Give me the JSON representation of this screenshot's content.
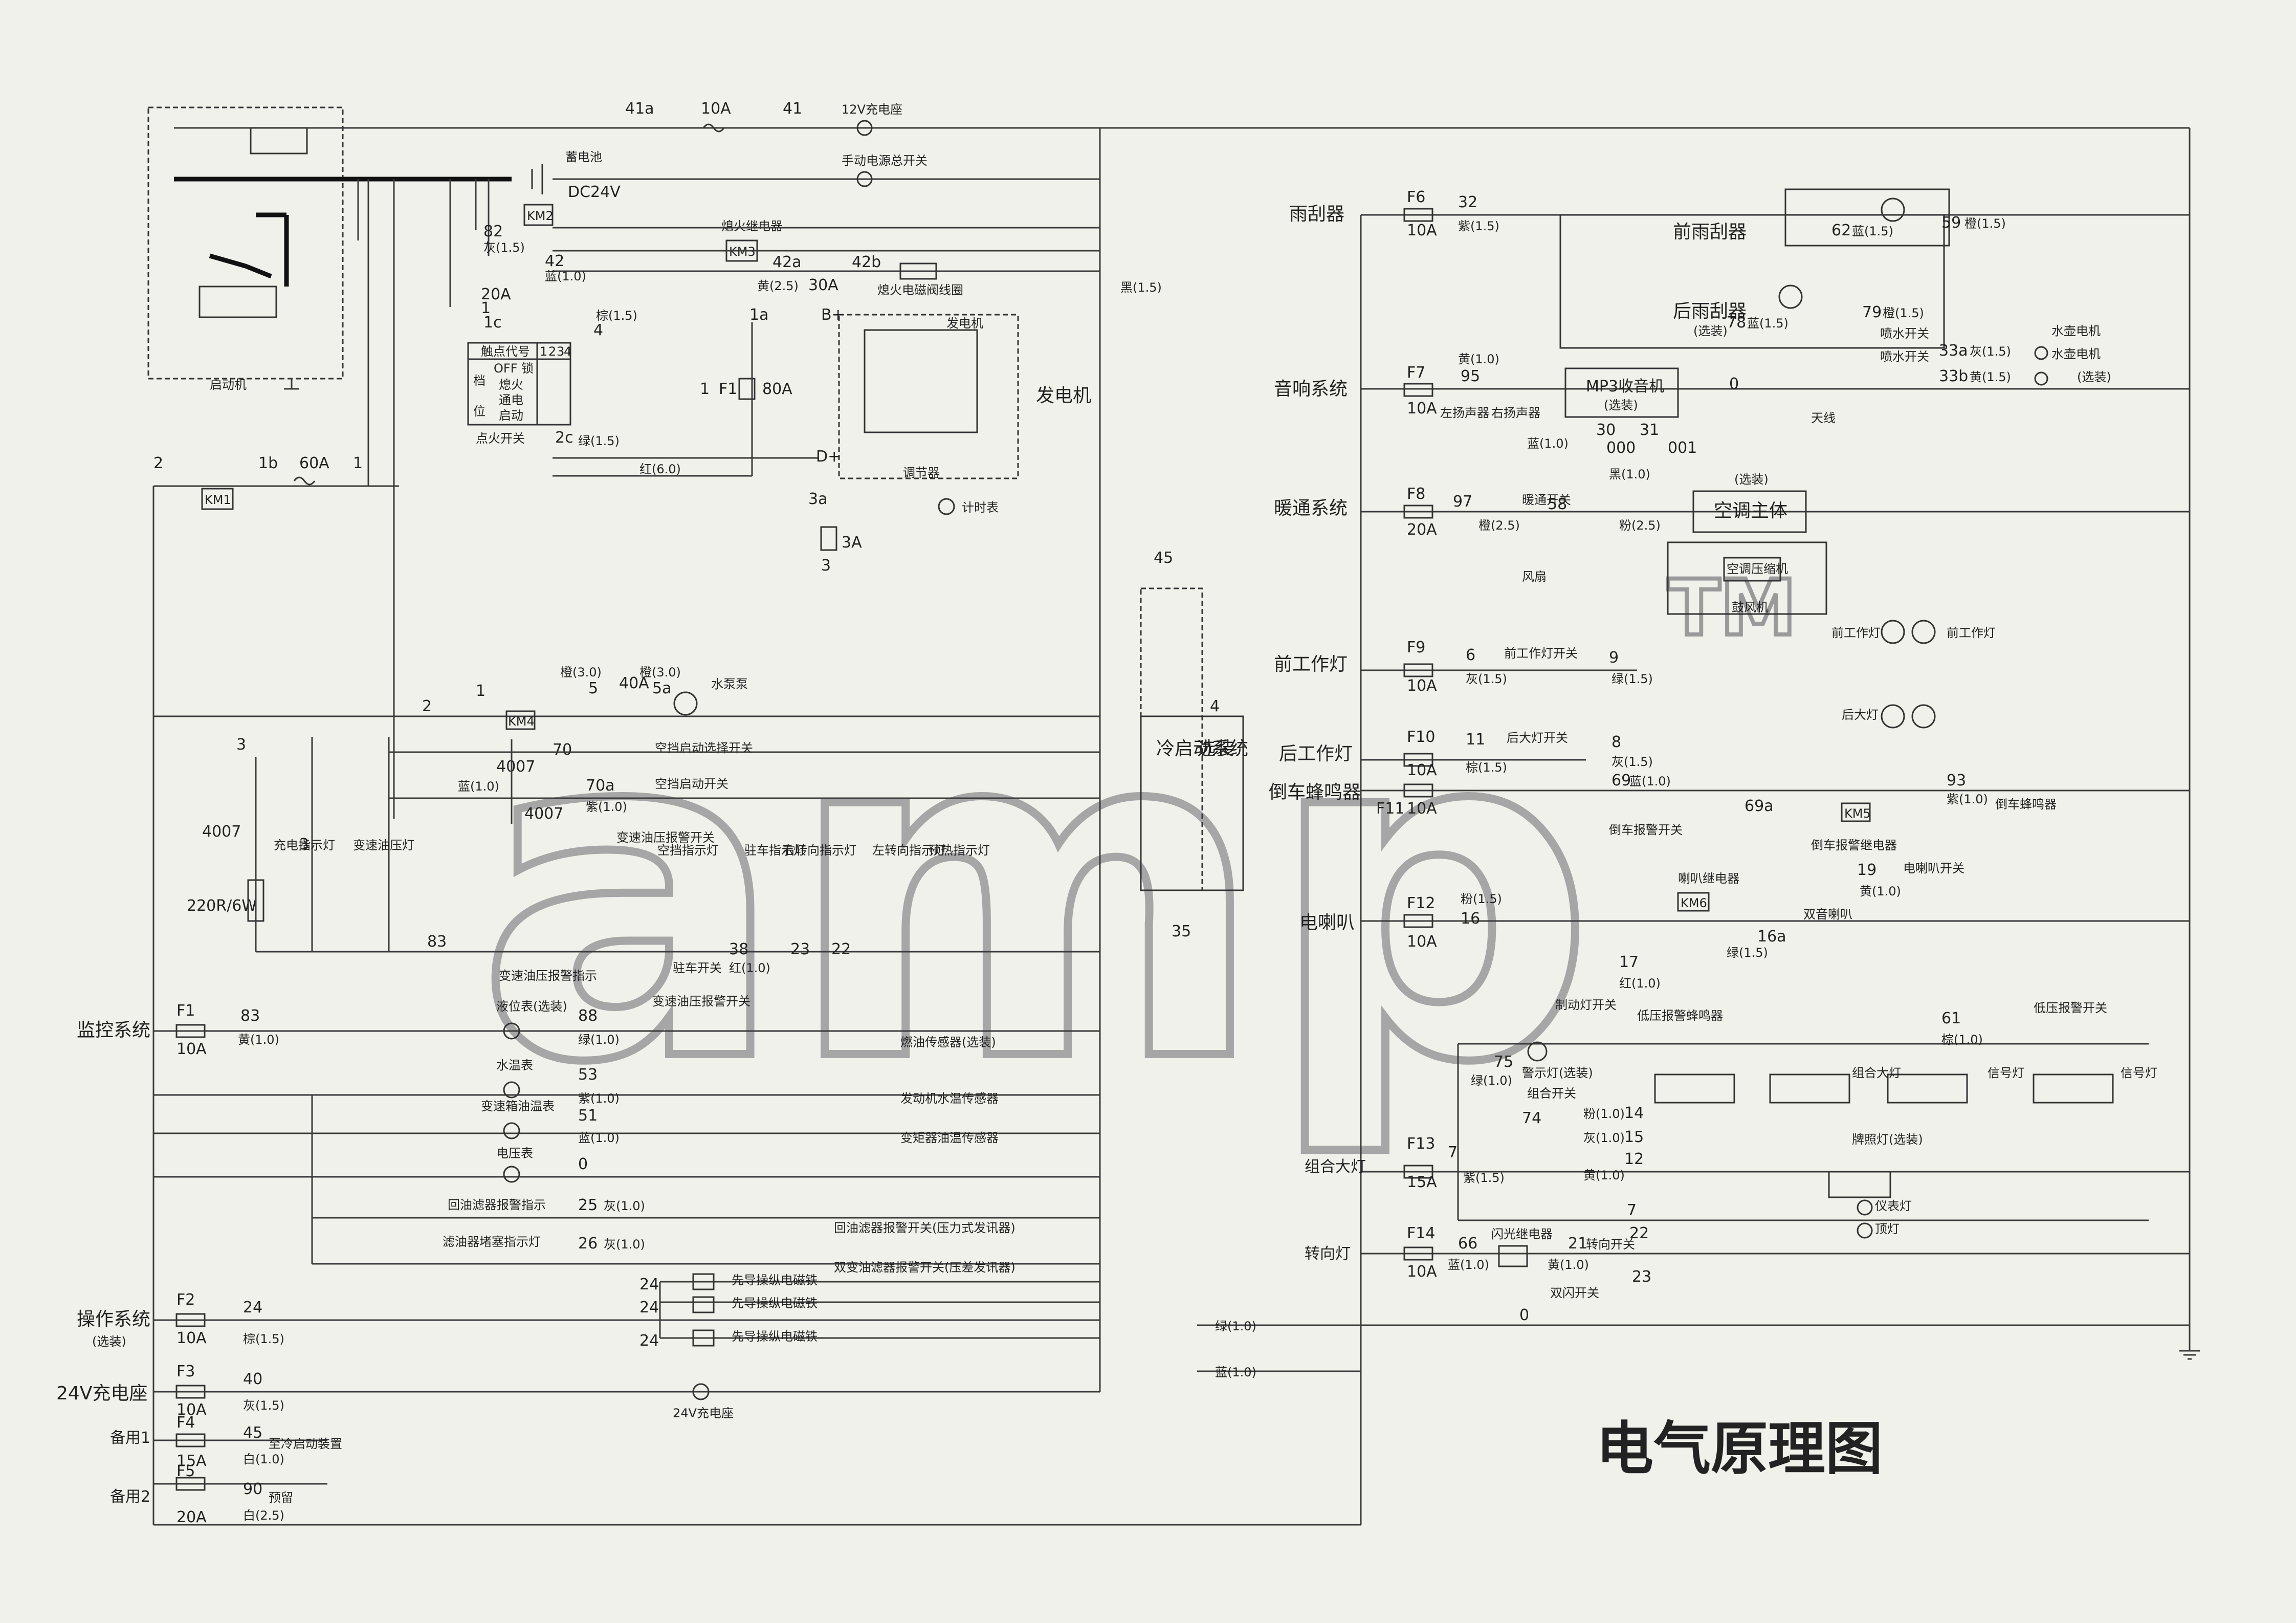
{
  "title": "电气原理图",
  "watermark": {
    "text": "amp",
    "tm": "TM"
  },
  "systems_left": [
    {
      "name": "监控系统",
      "fuse": "F1",
      "rating": "10A"
    },
    {
      "name": "操作系统",
      "sub": "(选装)",
      "fuse": "F2",
      "rating": "10A"
    },
    {
      "name": "24V充电座",
      "fuse": "F3",
      "rating": "10A"
    },
    {
      "name": "备用1",
      "fuse": "F4",
      "rating": "15A"
    },
    {
      "name": "备用2",
      "fuse": "F5",
      "rating": "20A"
    }
  ],
  "systems_right": [
    {
      "name": "雨刮器",
      "fuse": "F6",
      "rating": "10A"
    },
    {
      "name": "音响系统",
      "fuse": "F7",
      "rating": "10A"
    },
    {
      "name": "暖通系统",
      "fuse": "F8",
      "rating": "20A"
    },
    {
      "name": "前工作灯",
      "fuse": "F9",
      "rating": "10A"
    },
    {
      "name": "后工作灯",
      "fuse": "F10",
      "rating": "10A"
    },
    {
      "name": "倒车蜂鸣器",
      "fuse": "F11",
      "rating": "10A"
    },
    {
      "name": "电喇叭",
      "fuse": "F12",
      "rating": "10A"
    },
    {
      "name": "组合大灯",
      "fuse": "F13",
      "rating": "15A"
    },
    {
      "name": "转向灯",
      "fuse": "F14",
      "rating": "10A"
    }
  ],
  "top_labels": {
    "w41a": "41a",
    "f10a": "10A",
    "w41": "41",
    "socket12v": "12V充电座",
    "manual_switch": "手动电源总开关",
    "battery": "蓄电池",
    "dc24v": "DC24V",
    "km2": "KM2",
    "km3": "KM3",
    "flameout_relay": "熄火继电器",
    "w82": "82",
    "gray15": "灰(1.5)",
    "w42a": "42a",
    "w42b": "42b",
    "yellow25": "黄(2.5)",
    "f30a": "30A",
    "flameout_coil": "熄火电磁阀线圈",
    "w42": "42",
    "blue10a": "蓝(1.0)",
    "f20a": "20A",
    "w1": "1",
    "w1c": "1c",
    "black15": "黑(1.5)",
    "brown15": "棕(1.5)",
    "w4": "4",
    "w1a": "1a",
    "bplus": "B+",
    "alternator_box": "发电机",
    "alternator": "发电机",
    "f1": "F1",
    "f80a": "80A",
    "dplus": "D+",
    "regulator": "调节器",
    "hour_meter": "计时表",
    "red60": "红(6.0)",
    "w2c": "2c",
    "green15": "绿(1.5)",
    "ign_switch": "点火开关",
    "w3a": "3a",
    "f3a": "3A",
    "w3": "3",
    "w2": "2",
    "w1b": "1b",
    "f60a": "60A",
    "km1": "KM1",
    "starter": "启动机"
  },
  "ignition_table": {
    "header": [
      "触点代号",
      "1",
      "2",
      "3",
      "4"
    ],
    "side": [
      "档",
      "位"
    ],
    "rows": [
      "OFF 锁",
      "熄火",
      "通电",
      "启动"
    ]
  },
  "middle_labels": {
    "w45": "45",
    "w4b": "4",
    "w35": "35",
    "cold_start": "冷启动系统",
    "optional": "选装",
    "orange30": "橙(3.0)",
    "w5": "5",
    "f40a": "40A",
    "w5a": "5a",
    "pump": "水泵泵",
    "km4": "KM4",
    "w1d": "1",
    "w2b": "2",
    "w70": "70",
    "w70a": "70a",
    "ac_start_select": "空挡启动选择开关",
    "ac_start": "空挡启动开关",
    "blue10b": "蓝(1.0)",
    "purple10a": "紫(1.0)",
    "d4007a": "4007",
    "d4007b": "4007",
    "w3b": "3",
    "w3c": "3",
    "resistor": "220R/6W",
    "charge_lamp": "充电指示灯",
    "trans_pressure_lamp": "变速油压灯",
    "neutral_lamp": "空挡指示灯",
    "park_lamp": "驻车指示灯",
    "right_turn": "右转向指示灯",
    "left_turn": "左转向指示灯",
    "preheat": "预热指示灯",
    "trans_alarm_sw": "变速油压报警开关",
    "park_switch": "驻车开关",
    "w38": "38",
    "red10": "红(1.0)",
    "w23": "23",
    "w22": "22",
    "w83": "83",
    "trans_alarm_lamp": "变速油压报警指示",
    "trans_alarm_sw2": "变速油压报警开关",
    "level_meter": "液位表(选装)",
    "w88": "88",
    "green10": "绿(1.0)",
    "fuel_sensor": "燃油传感器(选装)",
    "water_temp_gauge": "水温表",
    "w53": "53",
    "purple10b": "紫(1.0)",
    "trans_temp_gauge": "变速箱油温表",
    "w51": "51",
    "blue10c": "蓝(1.0)",
    "eng_temp_sensor": "发动机水温传感器",
    "trans_temp_sensor": "变矩器油温传感器",
    "voltmeter": "电压表",
    "w0": "0",
    "return_filter_lamp": "回油滤器报警指示",
    "w25": "25",
    "gray10a": "灰(1.0)",
    "suction_filter_lamp": "滤油器堵塞指示灯",
    "w26": "26",
    "gray10b": "灰(1.0)",
    "return_filter_sw": "回油滤器报警开关(压力式发讯器)",
    "dual_filter_sw": "双变油滤器报警开关(压差发讯器)",
    "pilot1": "先导操纵电磁铁",
    "pilot2": "先导操纵电磁铁",
    "pilot3": "先导操纵电磁铁",
    "w24": "24",
    "brown15b": "棕(1.5)",
    "w40": "40",
    "gray15b": "灰(1.5)",
    "socket24v": "24V充电座",
    "w45b": "45",
    "white10": "白(1.0)",
    "to_cold": "至冷启动装置",
    "w90": "90",
    "white25": "白(2.5)",
    "reserve": "预留",
    "green10b": "绿(1.0)",
    "blue10d": "蓝(1.0)",
    "w83b": "83",
    "yellow10": "黄(1.0)"
  },
  "right_labels": {
    "w32": "32",
    "purple15": "紫(1.5)",
    "front_wiper": "前雨刮器",
    "w62": "62",
    "blue15": "蓝(1.5)",
    "w59": "59",
    "orange15a": "橙(1.5)",
    "rear_wiper": "后雨刮器",
    "optional": "(选装)",
    "w78": "78",
    "blue15b": "蓝(1.5)",
    "w79": "79",
    "orange15b": "橙(1.5)",
    "washer_sw": "喷水开关",
    "washer_sw2": "喷水开关",
    "w33a": "33a",
    "gray15": "灰(1.5)",
    "w33b": "33b",
    "yellow15": "黄(1.5)",
    "water_motor1": "水壶电机",
    "water_motor2": "水壶电机",
    "yellow10": "黄(1.0)",
    "w95": "95",
    "mp3": "MP3收音机",
    "mp3_opt": "(选装)",
    "w0": "0",
    "antenna": "天线",
    "left_spk": "左扬声器",
    "right_spk": "右扬声器",
    "blue10": "蓝(1.0)",
    "w30": "30",
    "w000": "000",
    "w31": "31",
    "w001": "001",
    "black10": "黑(1.0)",
    "w97": "97",
    "orange25": "橙(2.5)",
    "heat_sw": "暖通开关",
    "w58": "58",
    "pink25": "粉(2.5)",
    "ac_opt": "(选装)",
    "ac_main": "空调主体",
    "ac_comp": "空调压缩机",
    "fan": "风扇",
    "blower": "鼓风机",
    "w6": "6",
    "gray15b": "灰(1.5)",
    "front_lamp_sw": "前工作灯开关",
    "w9": "9",
    "green15": "绿(1.5)",
    "front_work": "前工作灯",
    "w11": "11",
    "brown15": "棕(1.5)",
    "rear_lamp_sw": "后大灯开关",
    "w8": "8",
    "gray15c": "灰(1.5)",
    "w69": "69",
    "blue10b": "蓝(1.0)",
    "rear_big": "后大灯",
    "reverse_sw": "倒车报警开关",
    "w69a": "69a",
    "km5": "KM5",
    "reverse_relay": "倒车报警继电器",
    "w93": "93",
    "purple10": "紫(1.0)",
    "reverse_buzzer": "倒车蜂鸣器",
    "w19": "19",
    "yellow10b": "黄(1.0)",
    "horn_sw": "电喇叭开关",
    "horn_relay": "喇叭继电器",
    "km6": "KM6",
    "w16": "16",
    "pink15": "粉(1.5)",
    "w16a": "16a",
    "green15b": "绿(1.5)",
    "dual_horn": "双音喇叭",
    "w17": "17",
    "red10": "红(1.0)",
    "brake_sw": "制动灯开关",
    "low_alarm": "低压报警蜂鸣器",
    "low_sw": "低压报警开关",
    "w61": "61",
    "brown10": "棕(1.0)",
    "w75": "75",
    "green10": "绿(1.0)",
    "warn_lamp": "警示灯(选装)",
    "combo_sw": "组合开关",
    "w74": "74",
    "w14": "14",
    "pink10": "粉(1.0)",
    "w15": "15",
    "gray10": "灰(1.0)",
    "w12": "12",
    "yellow10c": "黄(1.0)",
    "combo_big": "组合大灯",
    "signal1": "信号灯",
    "signal2": "信号灯",
    "plate_lamp": "牌照灯(选装)",
    "instr_lamp": "仪表灯",
    "top_lamp": "顶灯",
    "w7": "7",
    "purple15b": "紫(1.5)",
    "w7b": "7",
    "w22": "22",
    "w66": "66",
    "blue10c": "蓝(1.0)",
    "flash_relay": "闪光继电器",
    "w21": "21",
    "turn_sw": "转向开关",
    "yellow10d": "黄(1.0)",
    "w23": "23",
    "hazard_sw": "双闪开关",
    "w0b": "0"
  }
}
